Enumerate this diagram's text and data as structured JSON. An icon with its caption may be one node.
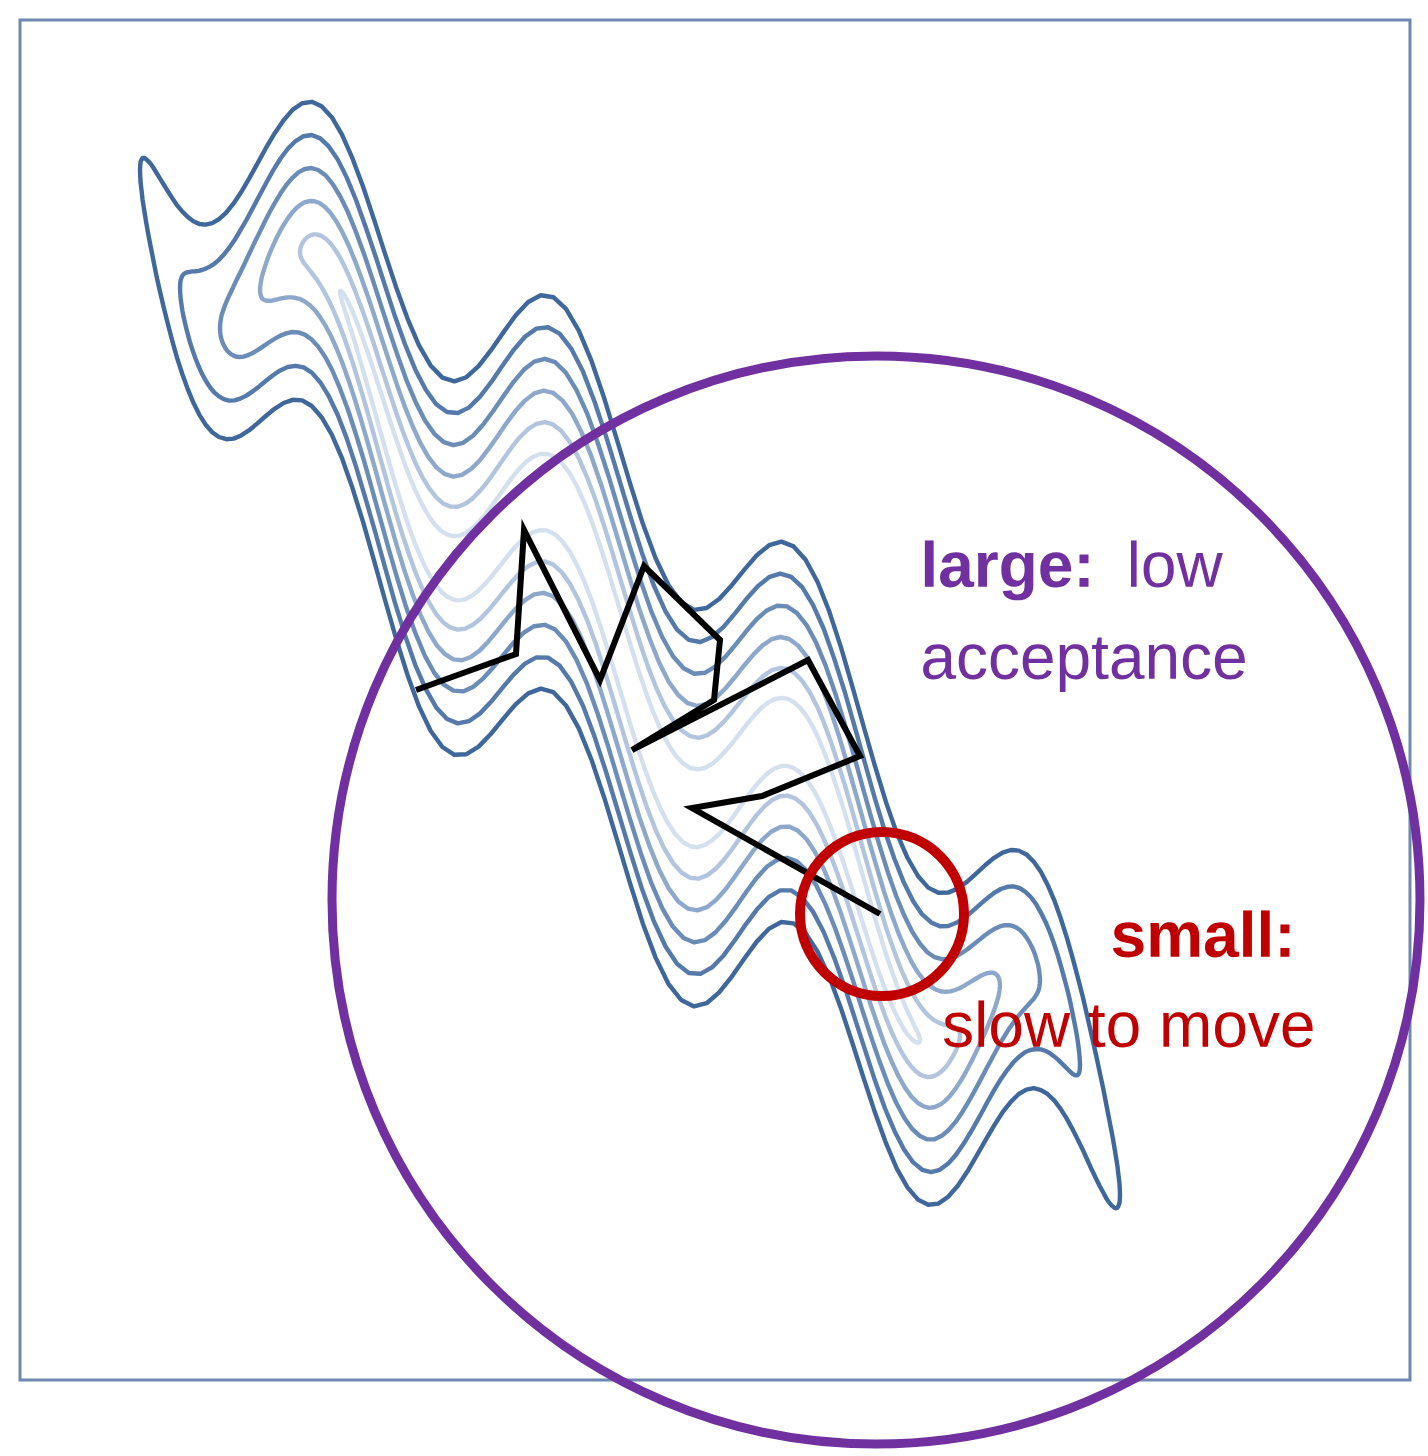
{
  "diagram": {
    "nodes": [
      {
        "text": [],
        "shape": "circle"
      },
      {
        "text": [],
        "shape": "circle",
        "in": 0
      }
    ],
    "labels": [
      "**large:** low acceptance",
      "small:",
      "slow to move"
    ]
  }
}
